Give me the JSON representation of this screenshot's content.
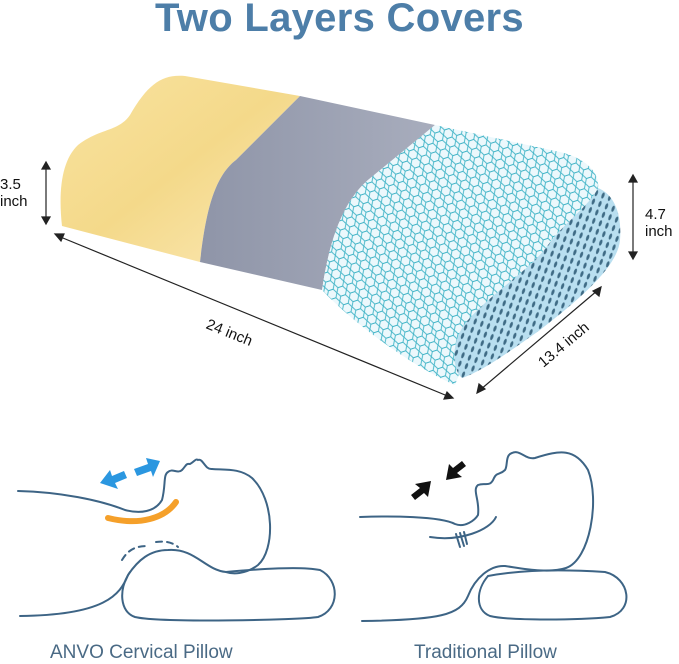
{
  "title": "Two Layers Covers",
  "colors": {
    "title": "#4d7ea8",
    "yellow_layer": "#f6db8c",
    "gray_band": "#9ea3b4",
    "mesh_layer": "#bfe6f2",
    "mesh_lines": "#3fb3c6",
    "outline": "#3d6485",
    "blue_arrows": "#2b97e0",
    "orange_curve": "#f5a02a",
    "caption": "#4a6a85"
  },
  "dimensions": {
    "left_height": {
      "value": "3.5",
      "unit": "inch"
    },
    "right_height": {
      "value": "4.7",
      "unit": "inch"
    },
    "length": "24 inch",
    "width": "13.4 inch"
  },
  "illustrations": [
    {
      "id": "anvo",
      "caption": "ANVO Cervical Pillow",
      "arrow_color": "blue",
      "arrows": "outward"
    },
    {
      "id": "traditional",
      "caption": "Traditional Pillow",
      "arrow_color": "black",
      "arrows": "inward"
    }
  ]
}
